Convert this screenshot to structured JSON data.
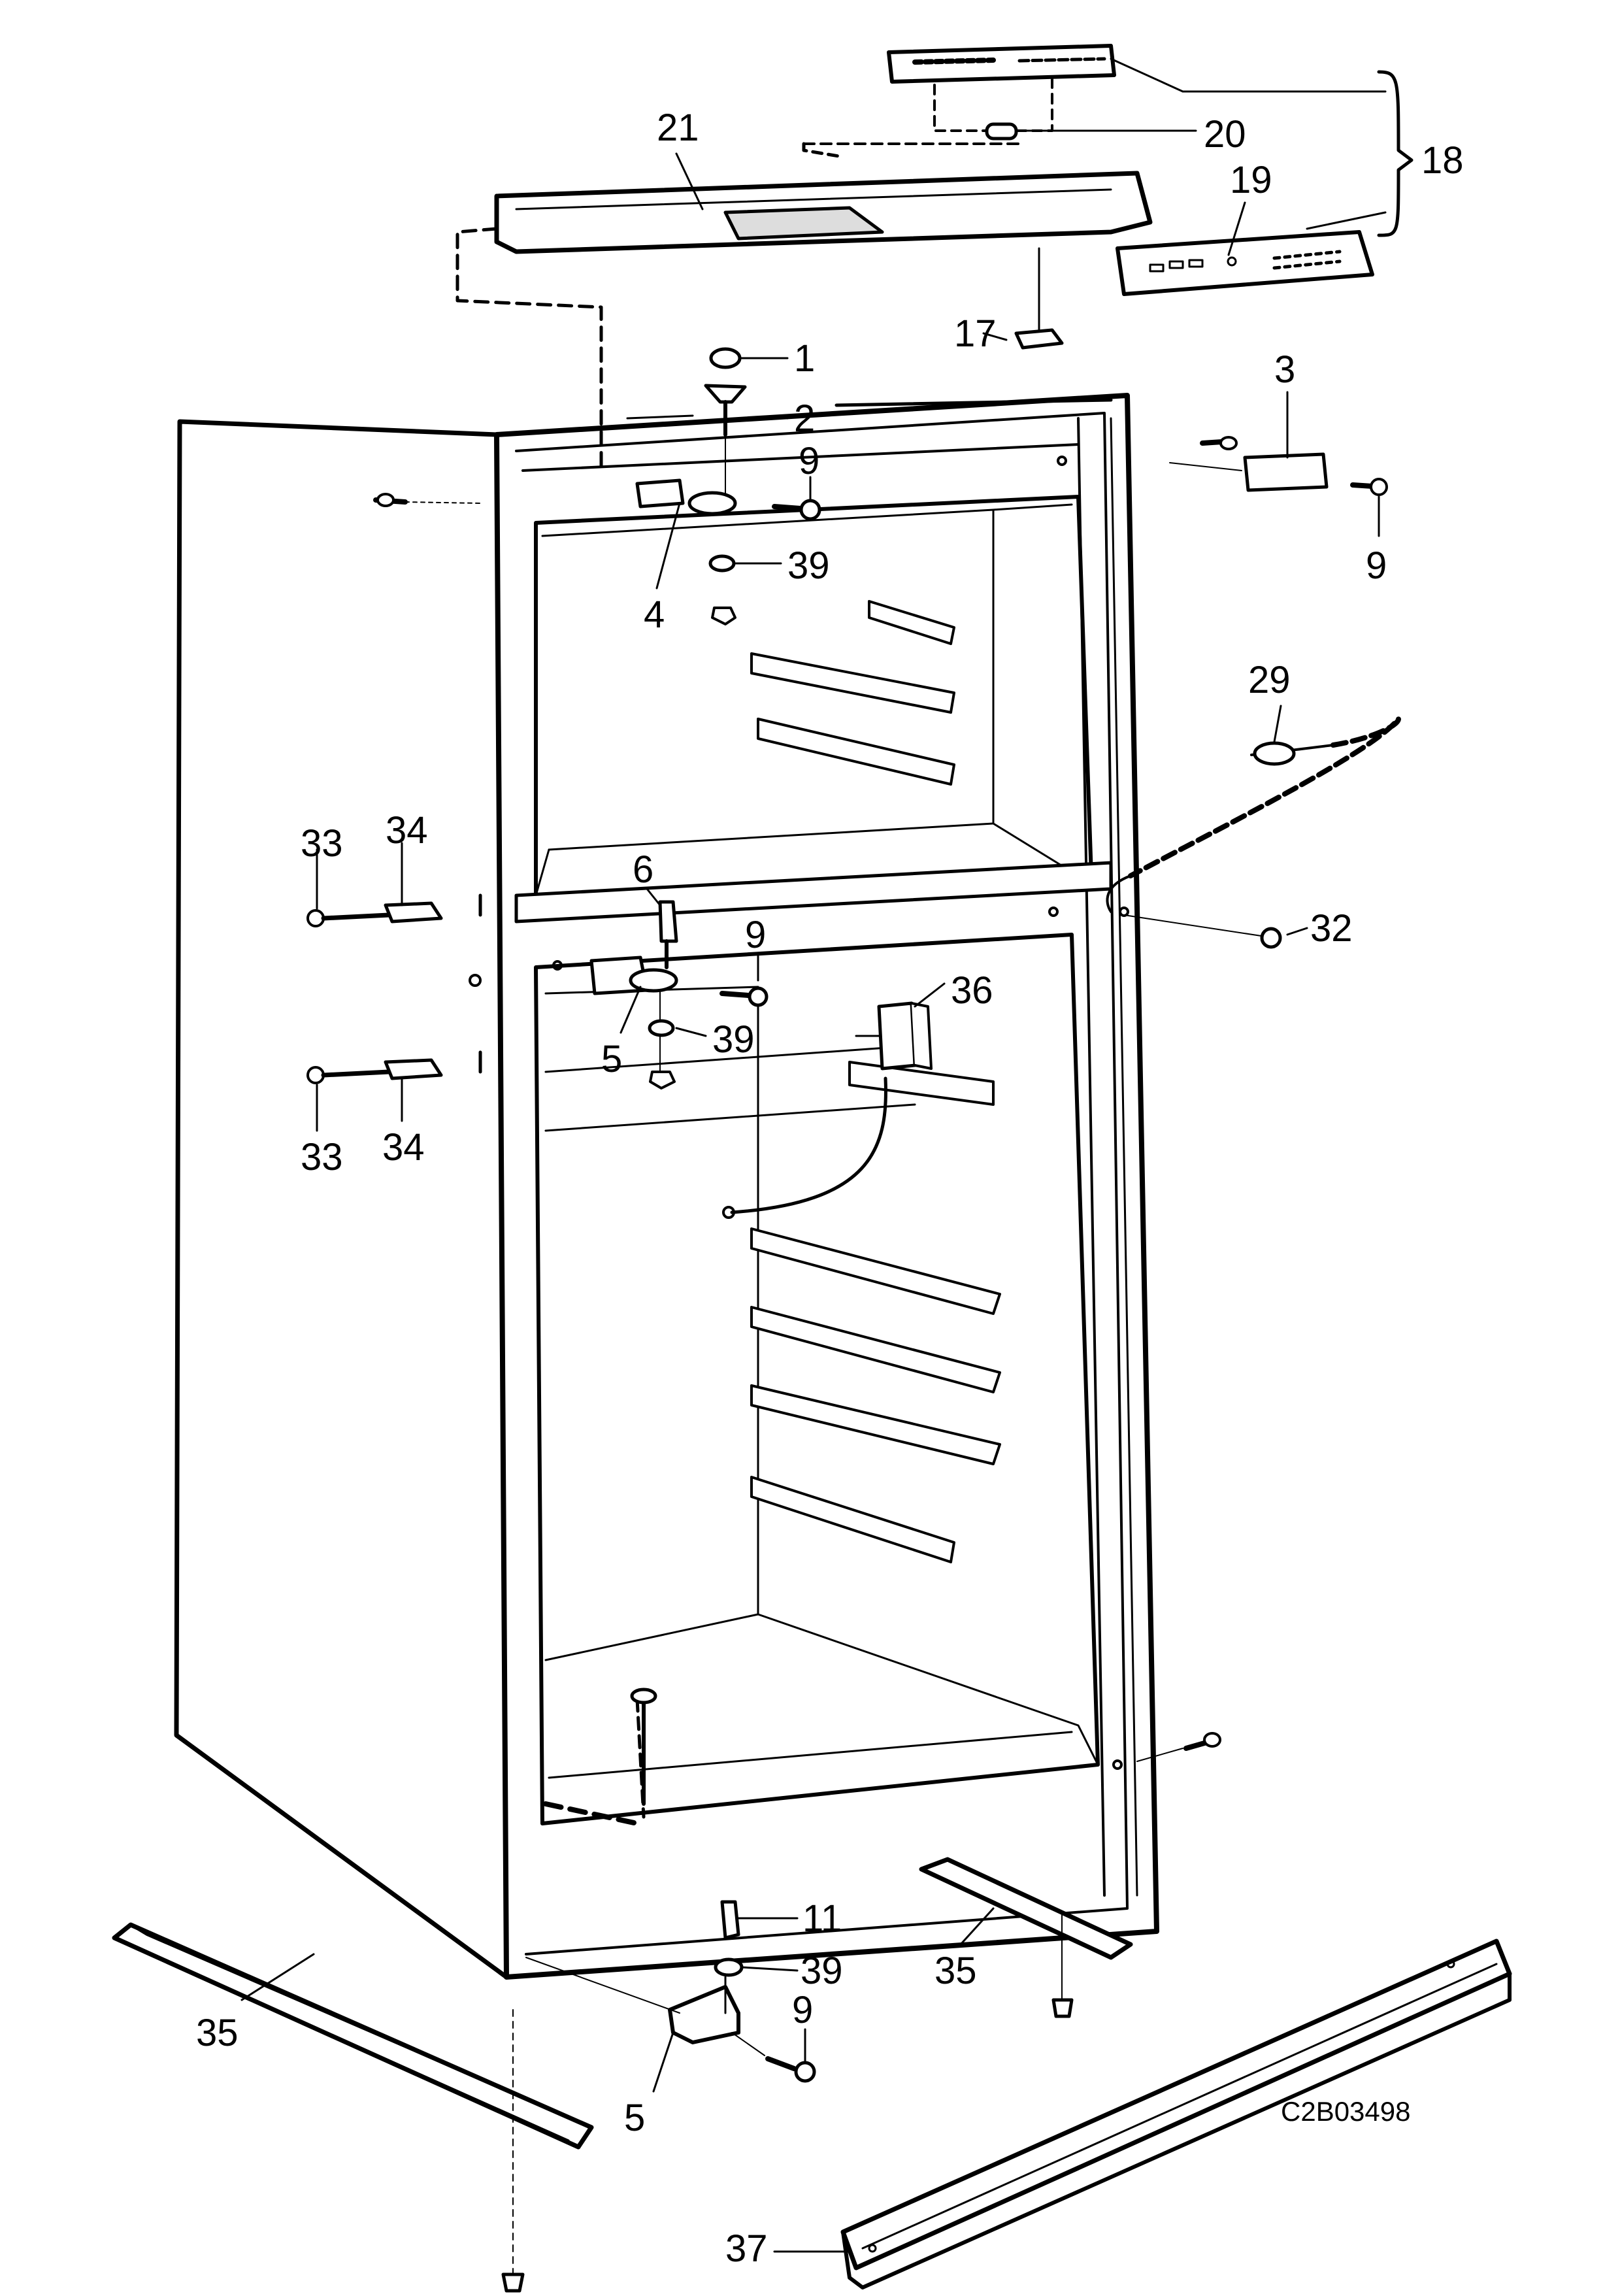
{
  "figure_code": "C2B03498",
  "callouts": [
    {
      "id": "c1",
      "text": "1"
    },
    {
      "id": "c2",
      "text": "2"
    },
    {
      "id": "c3",
      "text": "3"
    },
    {
      "id": "c4",
      "text": "4"
    },
    {
      "id": "c5a",
      "text": "5"
    },
    {
      "id": "c5b",
      "text": "5"
    },
    {
      "id": "c6",
      "text": "6"
    },
    {
      "id": "c9a",
      "text": "9"
    },
    {
      "id": "c9b",
      "text": "9"
    },
    {
      "id": "c9c",
      "text": "9"
    },
    {
      "id": "c9d",
      "text": "9"
    },
    {
      "id": "c11",
      "text": "11"
    },
    {
      "id": "c17",
      "text": "17"
    },
    {
      "id": "c18",
      "text": "18"
    },
    {
      "id": "c19",
      "text": "19"
    },
    {
      "id": "c20",
      "text": "20"
    },
    {
      "id": "c21",
      "text": "21"
    },
    {
      "id": "c29",
      "text": "29"
    },
    {
      "id": "c32",
      "text": "32"
    },
    {
      "id": "c33a",
      "text": "33"
    },
    {
      "id": "c33b",
      "text": "33"
    },
    {
      "id": "c34a",
      "text": "34"
    },
    {
      "id": "c34b",
      "text": "34"
    },
    {
      "id": "c35a",
      "text": "35"
    },
    {
      "id": "c35b",
      "text": "35"
    },
    {
      "id": "c36",
      "text": "36"
    },
    {
      "id": "c37",
      "text": "37"
    },
    {
      "id": "c39a",
      "text": "39"
    },
    {
      "id": "c39b",
      "text": "39"
    },
    {
      "id": "c39c",
      "text": "39"
    }
  ]
}
